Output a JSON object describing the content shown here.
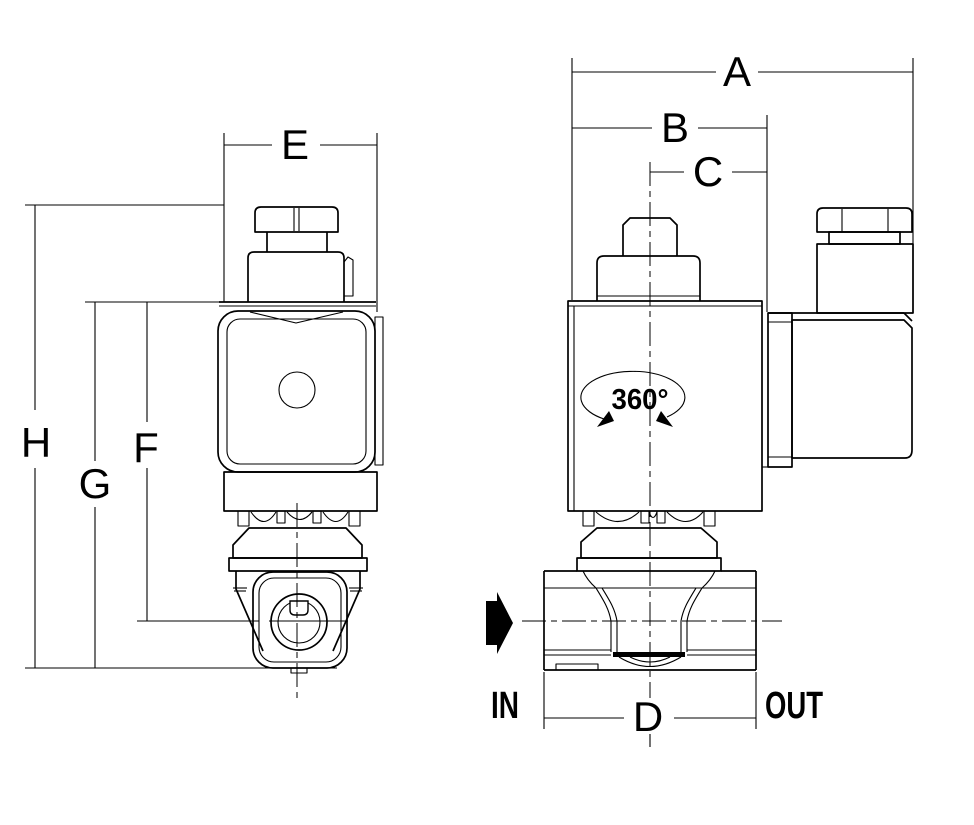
{
  "colors": {
    "background": "#ffffff",
    "line": "#000000"
  },
  "front_view": {
    "dimension_labels": {
      "E": "E",
      "F": "F",
      "G": "G",
      "H": "H"
    }
  },
  "side_view": {
    "dimension_labels": {
      "A": "A",
      "B": "B",
      "C": "C",
      "D": "D"
    },
    "rotation_note": "360°",
    "port_labels": {
      "inlet": "IN",
      "outlet": "OUT"
    }
  }
}
